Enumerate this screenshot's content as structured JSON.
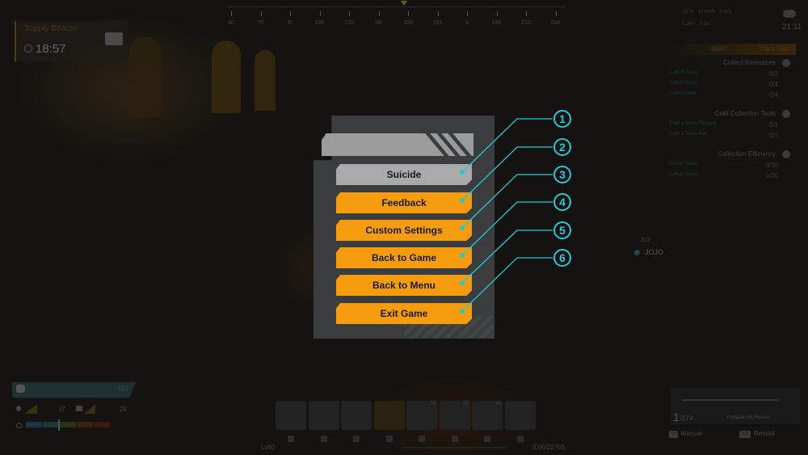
{
  "compass": {
    "labels": [
      "60",
      "75",
      "E",
      "105",
      "120",
      "SE",
      "150",
      "165",
      "S",
      "195",
      "210",
      "SW"
    ]
  },
  "beacon": {
    "title": "Supply Beacon",
    "time": "18:57",
    "icon": "chest-icon",
    "clock_icon": "stopwatch-icon"
  },
  "weather": {
    "line1": [
      "18 %",
      "10 km/h",
      "3 m/s"
    ],
    "line2": [
      "Calm",
      "0 lux"
    ],
    "time": "21:11",
    "icon": "cloud-rain-icon"
  },
  "tasks": {
    "progress": "86/87",
    "track_label": "Track Task",
    "groups": [
      {
        "title": "Collect Resources",
        "rows": [
          {
            "name": "Collect Wood",
            "value": "0/2"
          },
          {
            "name": "Collect Stone",
            "value": "0/4"
          },
          {
            "name": "Collect Fiber",
            "value": "0/4"
          }
        ]
      },
      {
        "title": "Craft Collection Tools",
        "rows": [
          {
            "name": "Craft a Stone Pickaxe",
            "value": "0/1"
          },
          {
            "name": "Craft a Stone Axe",
            "value": "0/1"
          }
        ]
      },
      {
        "title": "Collection Efficiency",
        "rows": [
          {
            "name": "Collect Wood",
            "value": "0/30"
          },
          {
            "name": "Collect Stone",
            "value": "0/30"
          }
        ]
      }
    ]
  },
  "player": {
    "status": "zzz",
    "name": "JOJO"
  },
  "menu": {
    "buttons": [
      "Suicide",
      "Feedback",
      "Custom Settings",
      "Back to Game",
      "Back to Menu",
      "Exit Game"
    ],
    "callouts": [
      "①",
      "②",
      "③",
      "④",
      "⑤",
      "⑥"
    ],
    "accent": "#f59c0e",
    "callout_color": "#27c8d6"
  },
  "stats": {
    "health": "657",
    "water": "37",
    "food": "25",
    "level": "Lv60",
    "xp": "0.00/22765"
  },
  "hotbar": {
    "counts": [
      "",
      "",
      "",
      "",
      "76",
      "57",
      "90",
      ""
    ]
  },
  "weapon": {
    "ammo": "1",
    "reserve": "/174",
    "name": "Portable HE Rocket",
    "manual_key": "V",
    "manual_label": "Manual",
    "alt_key": "Alt",
    "reload_label": "Reload"
  }
}
